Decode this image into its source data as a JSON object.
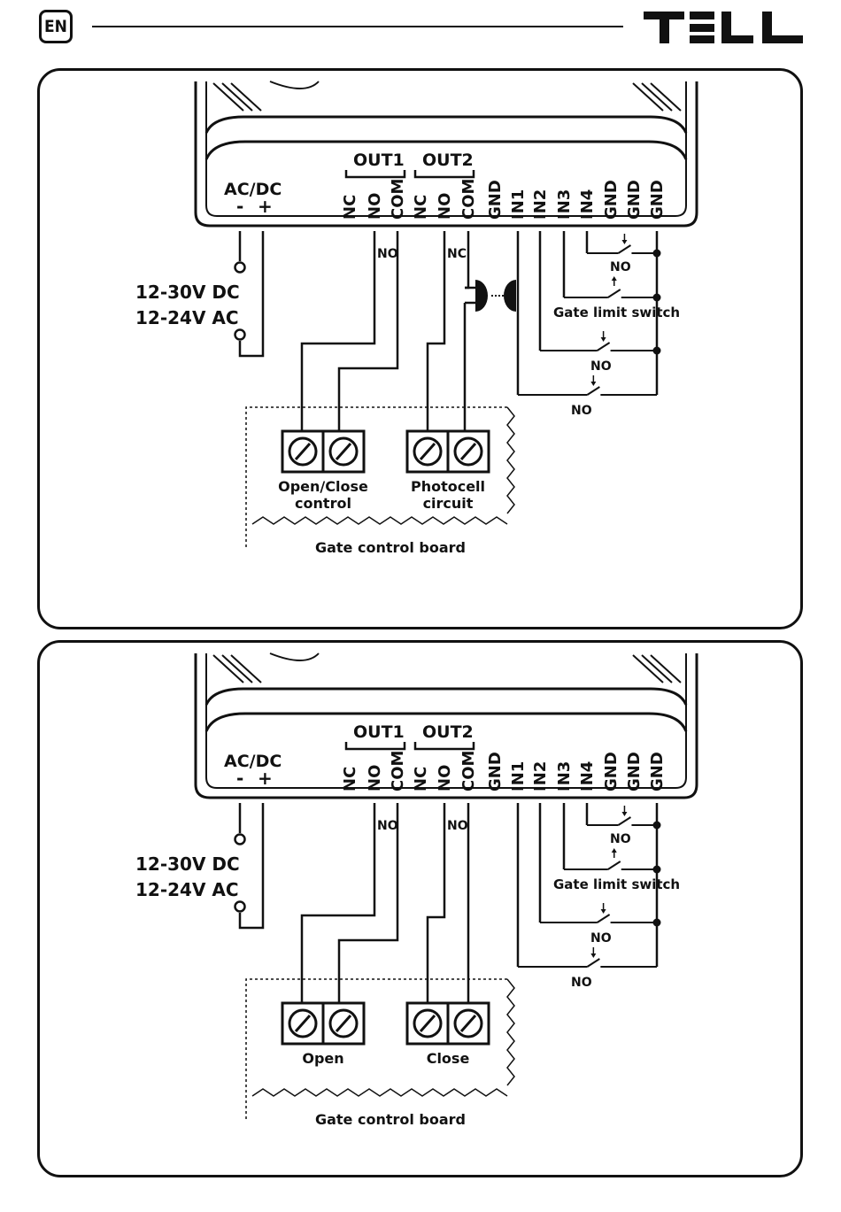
{
  "header": {
    "language": "EN",
    "brand": "TELL"
  },
  "diagrams": [
    {
      "power": {
        "title": "AC/DC",
        "minus": "-",
        "plus": "+",
        "dc_range": "12-30V DC",
        "ac_range": "12-24V AC"
      },
      "out1": {
        "title": "OUT1",
        "terminals": [
          "NC",
          "NO",
          "COM"
        ],
        "wire_label": "NO"
      },
      "out2": {
        "title": "OUT2",
        "terminals": [
          "NC",
          "NO",
          "COM"
        ],
        "wire_label": "NC"
      },
      "inputs": [
        "GND",
        "IN1",
        "IN2",
        "IN3",
        "IN4",
        "GND",
        "GND",
        "GND"
      ],
      "switch_labels": {
        "in4": "NO",
        "in3": "Gate limit switch",
        "in2": "NO",
        "in1": "NO"
      },
      "blocks": [
        {
          "line1": "Open/Close",
          "line2": "control"
        },
        {
          "line1": "Photocell",
          "line2": "circuit"
        }
      ],
      "board_label": "Gate control board"
    },
    {
      "power": {
        "title": "AC/DC",
        "minus": "-",
        "plus": "+",
        "dc_range": "12-30V DC",
        "ac_range": "12-24V AC"
      },
      "out1": {
        "title": "OUT1",
        "terminals": [
          "NC",
          "NO",
          "COM"
        ],
        "wire_label": "NO"
      },
      "out2": {
        "title": "OUT2",
        "terminals": [
          "NC",
          "NO",
          "COM"
        ],
        "wire_label": "NO"
      },
      "inputs": [
        "GND",
        "IN1",
        "IN2",
        "IN3",
        "IN4",
        "GND",
        "GND",
        "GND"
      ],
      "switch_labels": {
        "in4": "NO",
        "in3": "Gate limit switch",
        "in2": "NO",
        "in1": "NO"
      },
      "blocks": [
        {
          "line1": "Open",
          "line2": ""
        },
        {
          "line1": "Close",
          "line2": ""
        }
      ],
      "board_label": "Gate control board"
    }
  ]
}
